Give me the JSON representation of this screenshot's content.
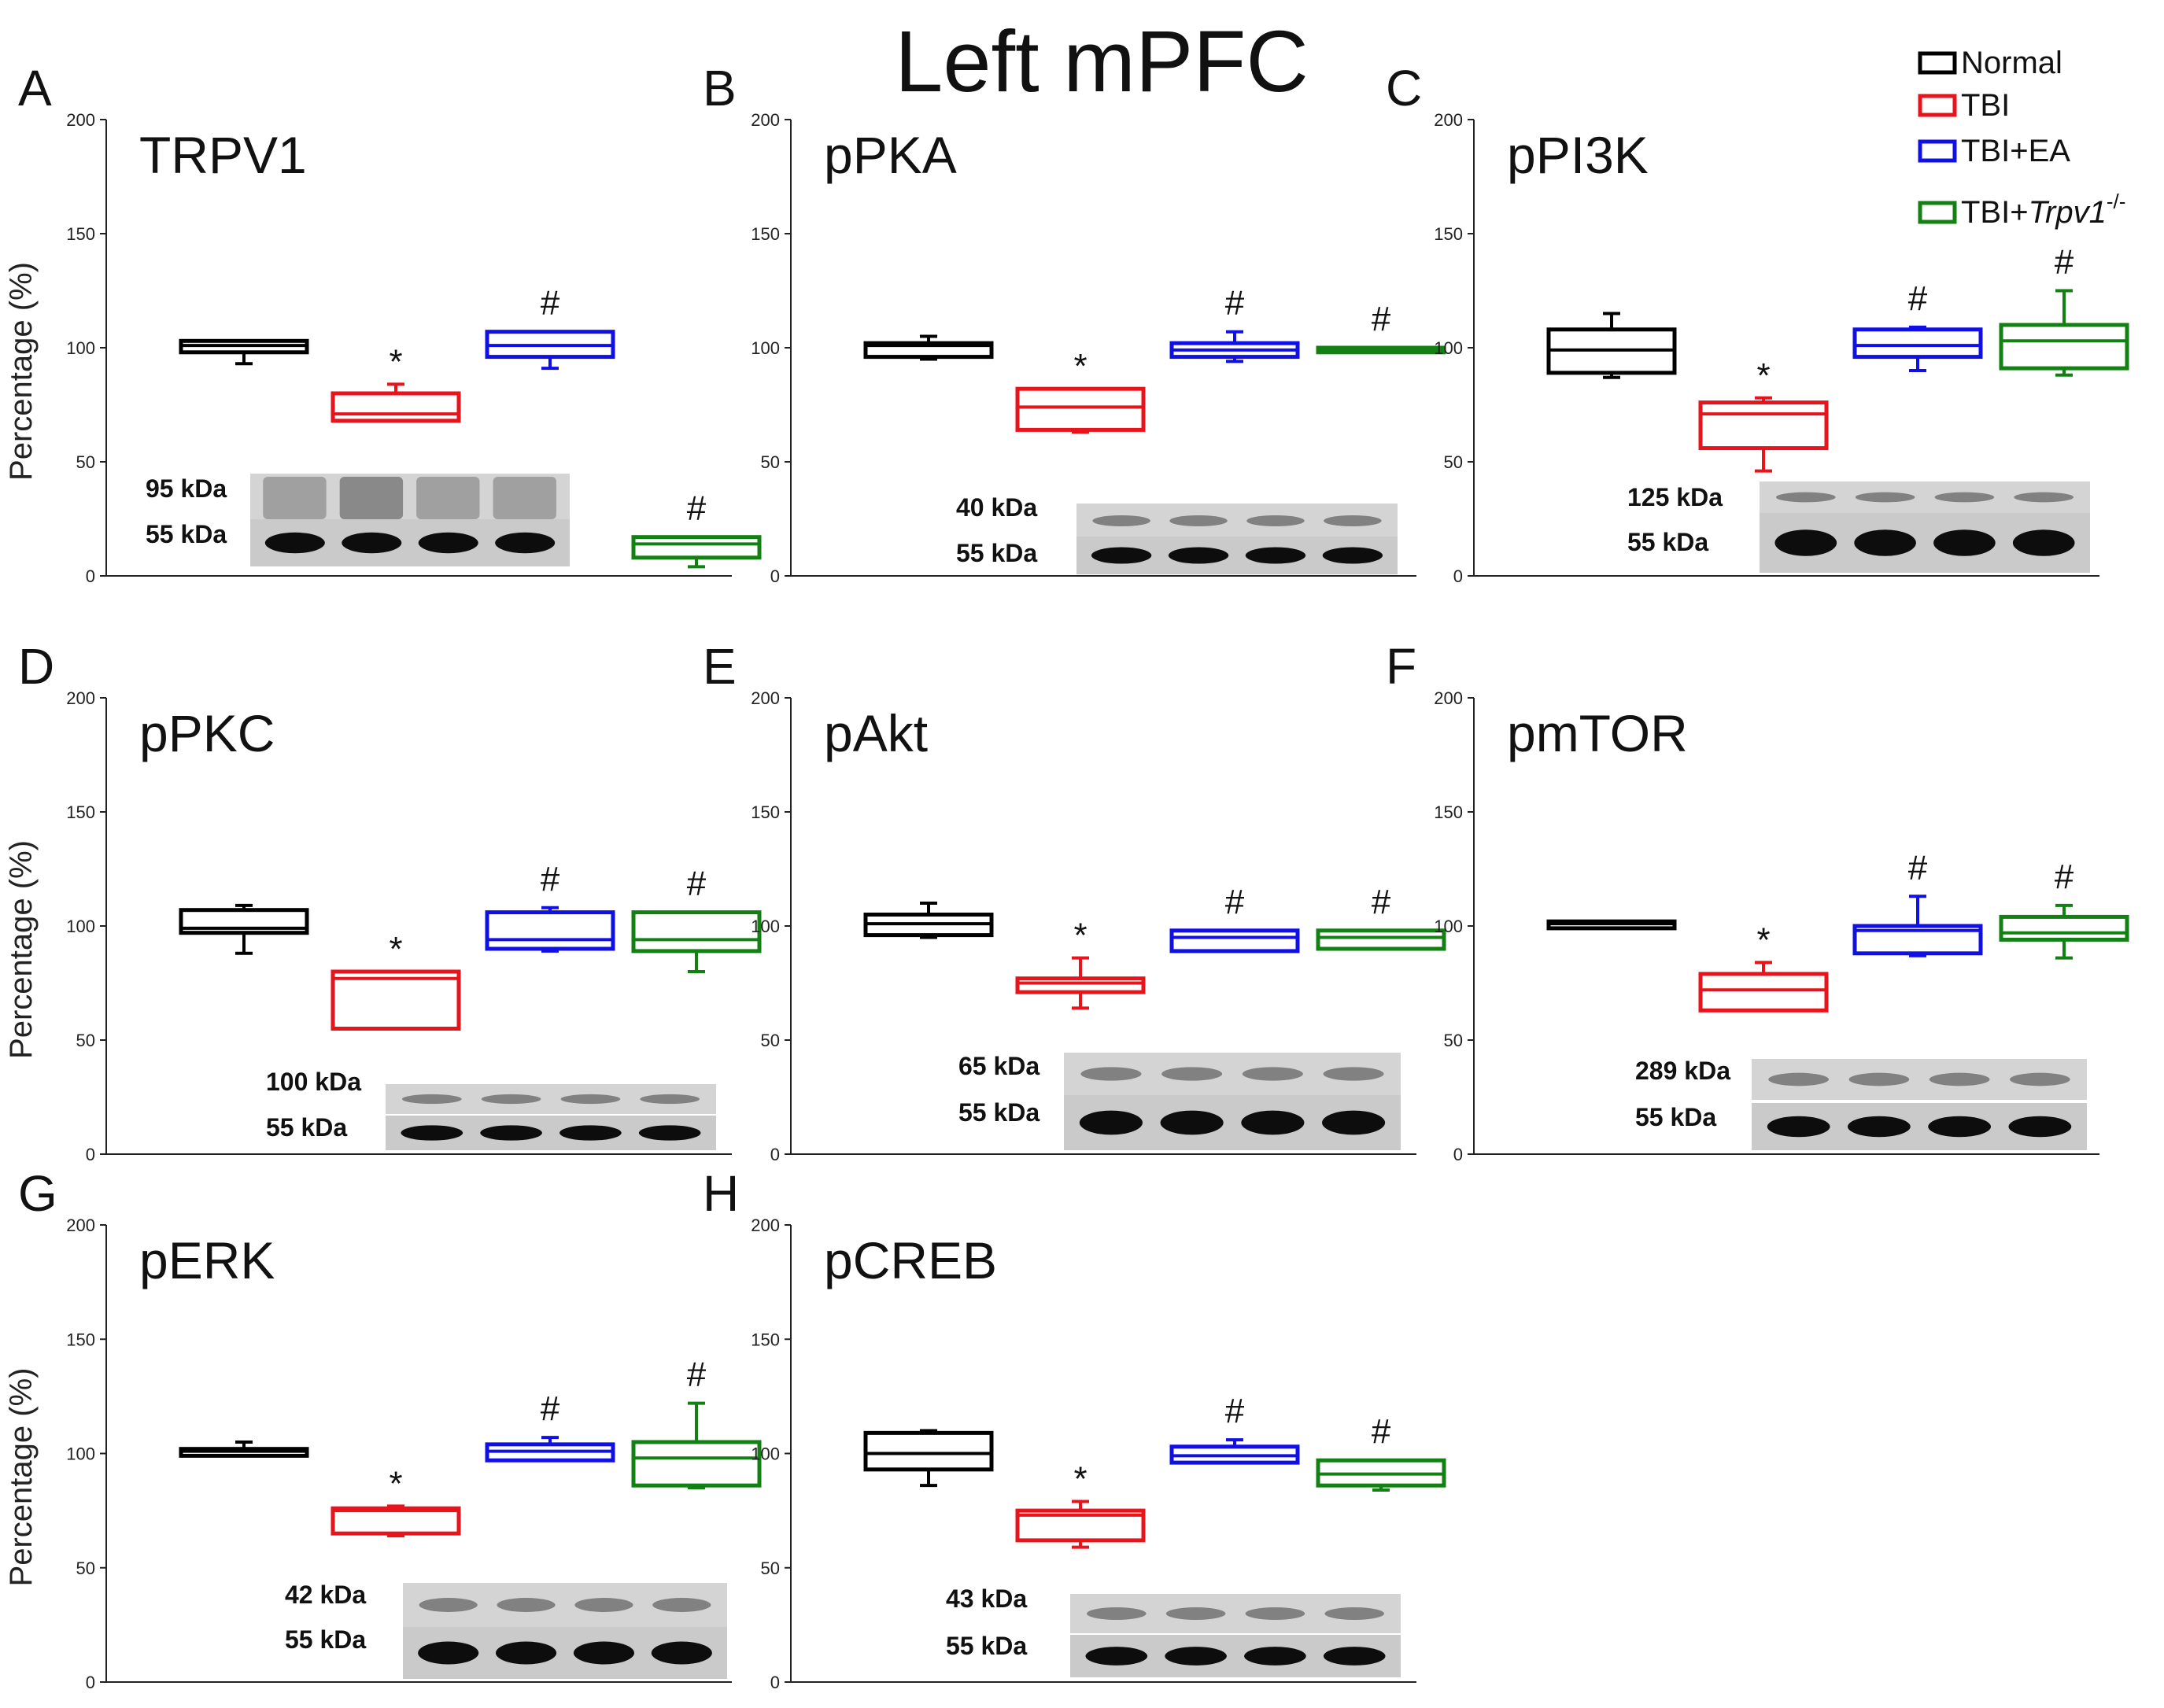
{
  "figure_title": "Left mPFC",
  "legend": {
    "items": [
      {
        "label": "Normal",
        "italic": "",
        "sup": "",
        "color": "#000000"
      },
      {
        "label": "TBI",
        "italic": "",
        "sup": "",
        "color": "#e8141c"
      },
      {
        "label": "TBI+EA",
        "italic": "",
        "sup": "",
        "color": "#1010e6"
      },
      {
        "label": "TBI+",
        "italic": "Trpv1",
        "sup": "-/-",
        "color": "#128012"
      }
    ]
  },
  "colors": {
    "normal": "#000000",
    "tbi": "#e8141c",
    "tbi_ea": "#1010e6",
    "tbi_trpv1": "#128012"
  },
  "chart_data": [
    {
      "type": "box",
      "letter": "A",
      "title": "TRPV1",
      "ylabel": "Percentage (%)",
      "ylim": [
        0,
        200
      ],
      "yticks": [
        "0",
        "50",
        "100",
        "150",
        "200"
      ],
      "groups": [
        "Normal",
        "TBI",
        "TBI+EA",
        "TBI+Trpv1-/-"
      ],
      "boxes": [
        {
          "min": 93,
          "q1": 98,
          "median": 101,
          "q3": 103,
          "max": 103,
          "sig": ""
        },
        {
          "min": 68,
          "q1": 68,
          "median": 71,
          "q3": 80,
          "max": 84,
          "sig": "*"
        },
        {
          "min": 91,
          "q1": 96,
          "median": 101,
          "q3": 107,
          "max": 107,
          "sig": "#"
        },
        {
          "min": 4,
          "q1": 8,
          "median": 14,
          "q3": 17,
          "max": 17,
          "sig": "#"
        }
      ],
      "blot_labels": [
        "95 kDa",
        "55 kDa"
      ]
    },
    {
      "type": "box",
      "letter": "B",
      "title": "pPKA",
      "ylabel": "",
      "ylim": [
        0,
        200
      ],
      "yticks": [
        "0",
        "50",
        "100",
        "150",
        "200"
      ],
      "groups": [
        "Normal",
        "TBI",
        "TBI+EA",
        "TBI+Trpv1-/-"
      ],
      "boxes": [
        {
          "min": 95,
          "q1": 96,
          "median": 101,
          "q3": 102,
          "max": 105,
          "sig": ""
        },
        {
          "min": 63,
          "q1": 64,
          "median": 74,
          "q3": 82,
          "max": 82,
          "sig": "*"
        },
        {
          "min": 94,
          "q1": 96,
          "median": 99,
          "q3": 102,
          "max": 107,
          "sig": "#"
        },
        {
          "min": 98,
          "q1": 98,
          "median": 99,
          "q3": 100,
          "max": 100,
          "sig": "#"
        }
      ],
      "blot_labels": [
        "40 kDa",
        "55 kDa"
      ]
    },
    {
      "type": "box",
      "letter": "C",
      "title": "pPI3K",
      "ylabel": "",
      "ylim": [
        0,
        200
      ],
      "yticks": [
        "0",
        "50",
        "100",
        "150",
        "200"
      ],
      "groups": [
        "Normal",
        "TBI",
        "TBI+EA",
        "TBI+Trpv1-/-"
      ],
      "boxes": [
        {
          "min": 87,
          "q1": 89,
          "median": 99,
          "q3": 108,
          "max": 115,
          "sig": ""
        },
        {
          "min": 46,
          "q1": 56,
          "median": 71,
          "q3": 76,
          "max": 78,
          "sig": "*"
        },
        {
          "min": 90,
          "q1": 96,
          "median": 101,
          "q3": 108,
          "max": 109,
          "sig": "#"
        },
        {
          "min": 88,
          "q1": 91,
          "median": 103,
          "q3": 110,
          "max": 125,
          "sig": "#"
        }
      ],
      "blot_labels": [
        "125 kDa",
        "55 kDa"
      ]
    },
    {
      "type": "box",
      "letter": "D",
      "title": "pPKC",
      "ylabel": "Percentage (%)",
      "ylim": [
        0,
        200
      ],
      "yticks": [
        "0",
        "50",
        "100",
        "150",
        "200"
      ],
      "groups": [
        "Normal",
        "TBI",
        "TBI+EA",
        "TBI+Trpv1-/-"
      ],
      "boxes": [
        {
          "min": 88,
          "q1": 97,
          "median": 99,
          "q3": 107,
          "max": 109,
          "sig": ""
        },
        {
          "min": 55,
          "q1": 55,
          "median": 77,
          "q3": 80,
          "max": 80,
          "sig": "*"
        },
        {
          "min": 89,
          "q1": 90,
          "median": 94,
          "q3": 106,
          "max": 108,
          "sig": "#"
        },
        {
          "min": 80,
          "q1": 89,
          "median": 94,
          "q3": 106,
          "max": 106,
          "sig": "#"
        }
      ],
      "blot_labels": [
        "100 kDa",
        "55 kDa"
      ]
    },
    {
      "type": "box",
      "letter": "E",
      "title": "pAkt",
      "ylabel": "",
      "ylim": [
        0,
        200
      ],
      "yticks": [
        "0",
        "50",
        "100",
        "150",
        "200"
      ],
      "groups": [
        "Normal",
        "TBI",
        "TBI+EA",
        "TBI+Trpv1-/-"
      ],
      "boxes": [
        {
          "min": 95,
          "q1": 96,
          "median": 101,
          "q3": 105,
          "max": 110,
          "sig": ""
        },
        {
          "min": 64,
          "q1": 71,
          "median": 75,
          "q3": 77,
          "max": 86,
          "sig": "*"
        },
        {
          "min": 89,
          "q1": 89,
          "median": 95,
          "q3": 98,
          "max": 98,
          "sig": "#"
        },
        {
          "min": 90,
          "q1": 90,
          "median": 95,
          "q3": 98,
          "max": 98,
          "sig": "#"
        }
      ],
      "blot_labels": [
        "65 kDa",
        "55 kDa"
      ]
    },
    {
      "type": "box",
      "letter": "F",
      "title": "pmTOR",
      "ylabel": "",
      "ylim": [
        0,
        200
      ],
      "yticks": [
        "0",
        "50",
        "100",
        "150",
        "200"
      ],
      "groups": [
        "Normal",
        "TBI",
        "TBI+EA",
        "TBI+Trpv1-/-"
      ],
      "boxes": [
        {
          "min": 99,
          "q1": 99,
          "median": 101,
          "q3": 102,
          "max": 102,
          "sig": ""
        },
        {
          "min": 63,
          "q1": 63,
          "median": 72,
          "q3": 79,
          "max": 84,
          "sig": "*"
        },
        {
          "min": 87,
          "q1": 88,
          "median": 98,
          "q3": 100,
          "max": 113,
          "sig": "#"
        },
        {
          "min": 86,
          "q1": 94,
          "median": 97,
          "q3": 104,
          "max": 109,
          "sig": "#"
        }
      ],
      "blot_labels": [
        "289 kDa",
        "55 kDa"
      ]
    },
    {
      "type": "box",
      "letter": "G",
      "title": "pERK",
      "ylabel": "Percentage (%)",
      "ylim": [
        0,
        200
      ],
      "yticks": [
        "0",
        "50",
        "100",
        "150",
        "200"
      ],
      "groups": [
        "Normal",
        "TBI",
        "TBI+EA",
        "TBI+Trpv1-/-"
      ],
      "boxes": [
        {
          "min": 99,
          "q1": 99,
          "median": 101,
          "q3": 102,
          "max": 105,
          "sig": ""
        },
        {
          "min": 64,
          "q1": 65,
          "median": 75,
          "q3": 76,
          "max": 77,
          "sig": "*"
        },
        {
          "min": 97,
          "q1": 97,
          "median": 101,
          "q3": 104,
          "max": 107,
          "sig": "#"
        },
        {
          "min": 85,
          "q1": 86,
          "median": 98,
          "q3": 105,
          "max": 122,
          "sig": "#"
        }
      ],
      "blot_labels": [
        "42 kDa",
        "55 kDa"
      ]
    },
    {
      "type": "box",
      "letter": "H",
      "title": "pCREB",
      "ylabel": "",
      "ylim": [
        0,
        200
      ],
      "yticks": [
        "0",
        "50",
        "100",
        "150",
        "200"
      ],
      "groups": [
        "Normal",
        "TBI",
        "TBI+EA",
        "TBI+Trpv1-/-"
      ],
      "boxes": [
        {
          "min": 86,
          "q1": 93,
          "median": 100,
          "q3": 109,
          "max": 110,
          "sig": ""
        },
        {
          "min": 59,
          "q1": 62,
          "median": 73,
          "q3": 75,
          "max": 79,
          "sig": "*"
        },
        {
          "min": 96,
          "q1": 96,
          "median": 99,
          "q3": 103,
          "max": 106,
          "sig": "#"
        },
        {
          "min": 84,
          "q1": 86,
          "median": 91,
          "q3": 97,
          "max": 97,
          "sig": "#"
        }
      ],
      "blot_labels": [
        "43 kDa",
        "55 kDa"
      ]
    }
  ]
}
